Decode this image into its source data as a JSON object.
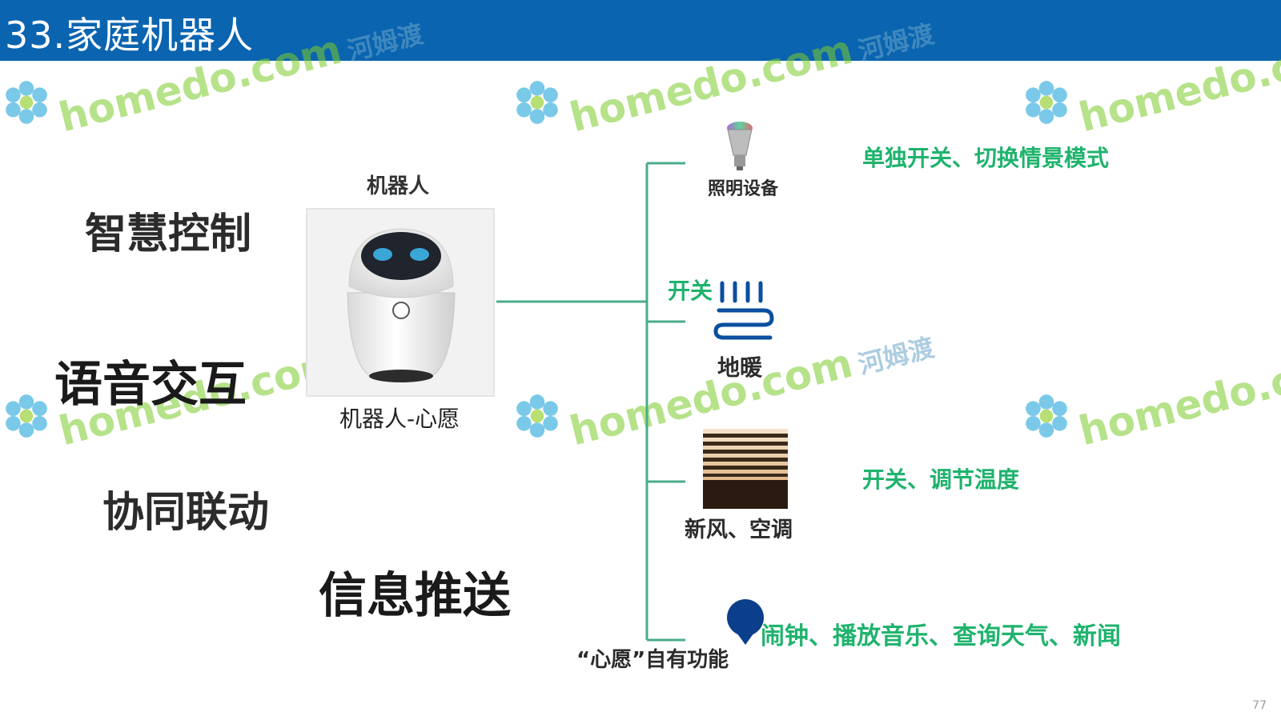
{
  "slide": {
    "title": "33.家庭机器人",
    "page_number": "77"
  },
  "features": [
    "智慧控制",
    "语音交互",
    "协同联动",
    "信息推送"
  ],
  "robot": {
    "heading": "机器人",
    "caption": "机器人-心愿"
  },
  "devices": {
    "lighting": {
      "label": "照明设备",
      "action": "单独开关、切换情景模式"
    },
    "floor_heating": {
      "label": "地暖",
      "action": "开关"
    },
    "air": {
      "label": "新风、空调",
      "action": "开关、调节温度"
    },
    "own_functions": {
      "label": "“心愿”自有功能",
      "action": "闹钟、播放音乐、查询天气、新闻"
    }
  },
  "watermark": {
    "brand": "homedo.com",
    "cn": "河姆渡"
  },
  "colors": {
    "header": "#0a64b0",
    "accent_green": "#1fb36d",
    "connector": "#4aab8c"
  }
}
